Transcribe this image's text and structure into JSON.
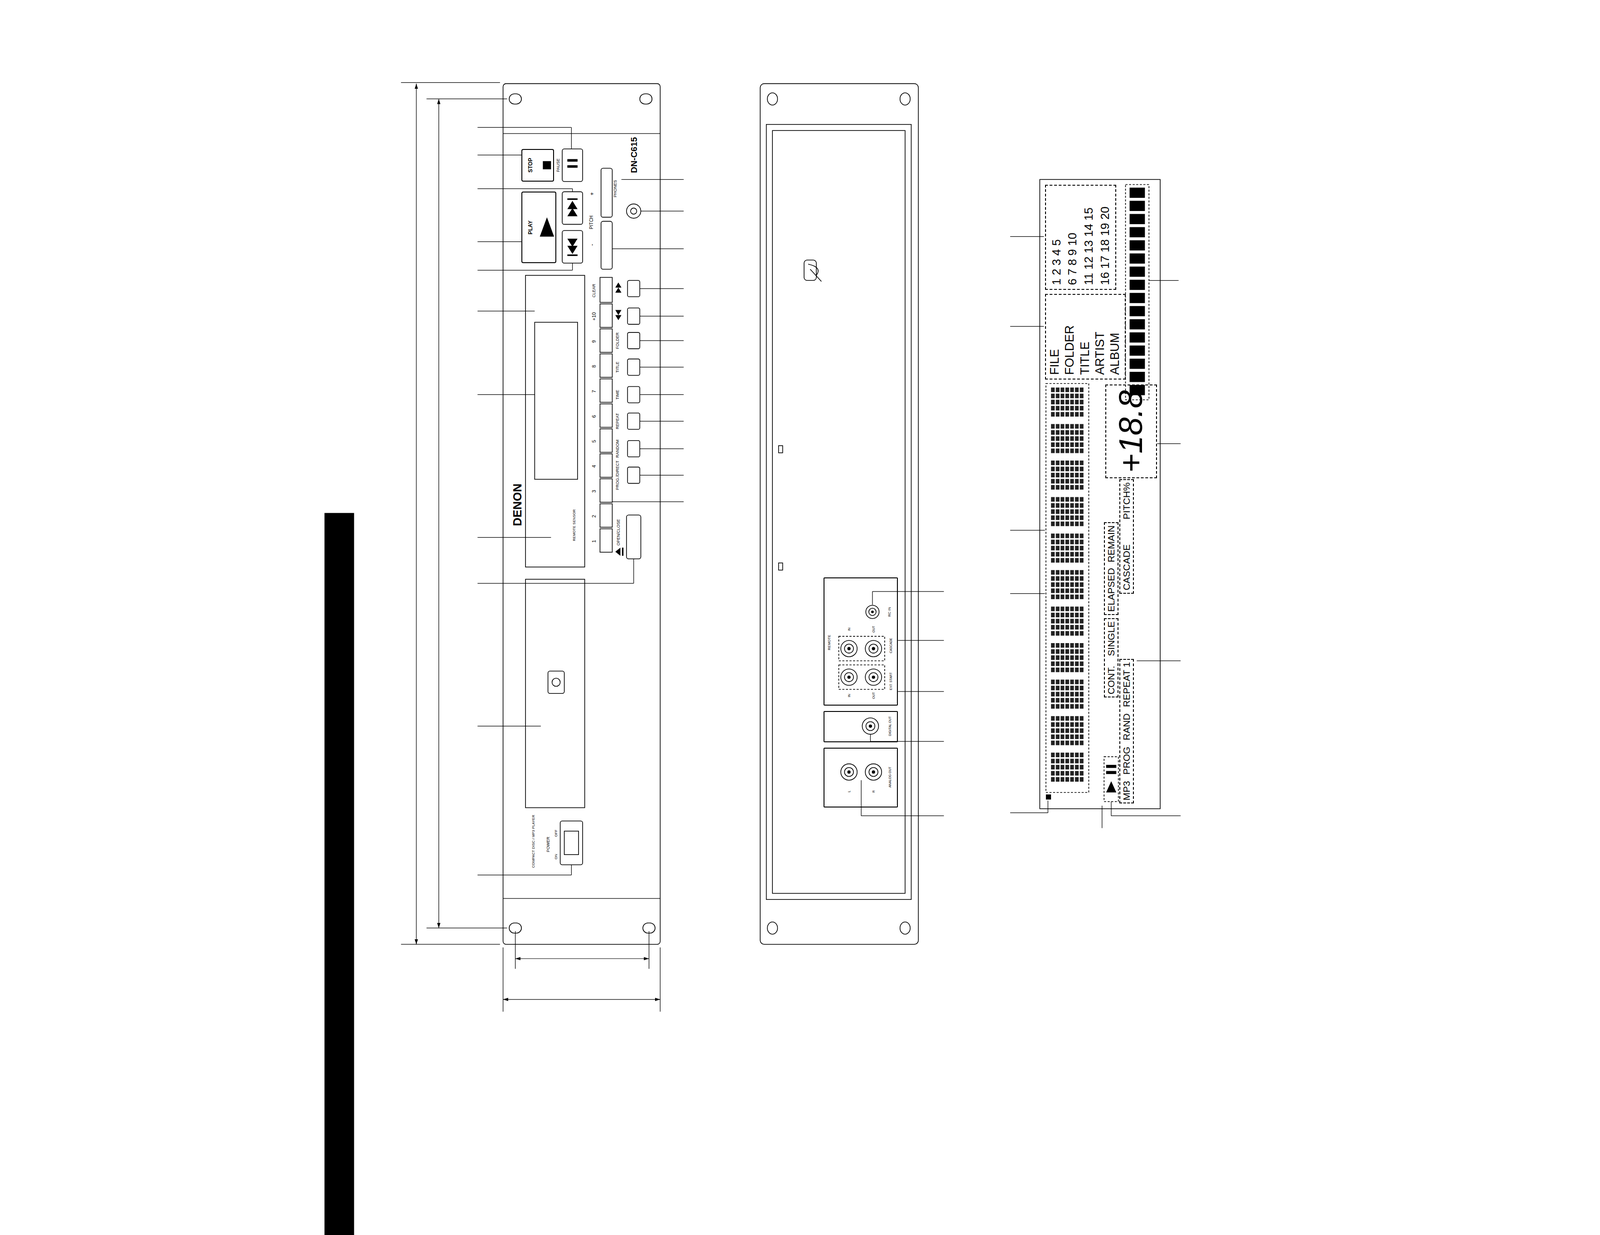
{
  "diagram": {
    "nodes": [
      {
        "text": [
          "STOP"
        ]
      },
      {
        "text": [
          "PLAY"
        ]
      },
      {
        "text": [
          "RC IN",
          "REMOTE",
          "IN",
          "OUT",
          "CASCADE",
          "IN",
          "OUT",
          "EXT. START"
        ]
      },
      {
        "text": [
          "DIGITAL OUT"
        ]
      },
      {
        "text": [
          "ANALOG OUT",
          "L",
          "R"
        ]
      },
      {
        "text": [
          "1 2 3 4 5",
          "6 7 8 9 10",
          "11 12 13 14 15",
          "16 17 18 19 20"
        ]
      },
      {
        "text": [
          "FILE",
          "FOLDER",
          "TITLE",
          "ARTIST",
          "ALBUM"
        ]
      },
      {
        "text": [
          "+18.8"
        ]
      },
      {
        "text": [
          "CASCADE",
          "PITCH%"
        ]
      },
      {
        "text": [
          "ELAPSED",
          "REMAIN"
        ]
      },
      {
        "text": [
          "CONT.",
          "SINGLE"
        ]
      },
      {
        "text": [
          "MP3",
          "PROG",
          "RAND",
          "REPEAT 1"
        ]
      }
    ],
    "labels": [
      "PAUSE",
      "DN-C615",
      "PHONES",
      "+",
      "PITCH",
      "-",
      "CLEAR",
      "+10",
      "9",
      "8",
      "7",
      "6",
      "5",
      "4",
      "3",
      "2",
      "1",
      "FOLDER",
      "TITLE",
      "TIME",
      "REPEAT",
      "RANDOM",
      "PROG./DIRECT",
      "OPEN/CLOSE",
      "DENON",
      "REMOTE SENSOR",
      "COMPACT DISC / MP3 PLAYER",
      "POWER",
      "ON",
      "OFF"
    ]
  }
}
